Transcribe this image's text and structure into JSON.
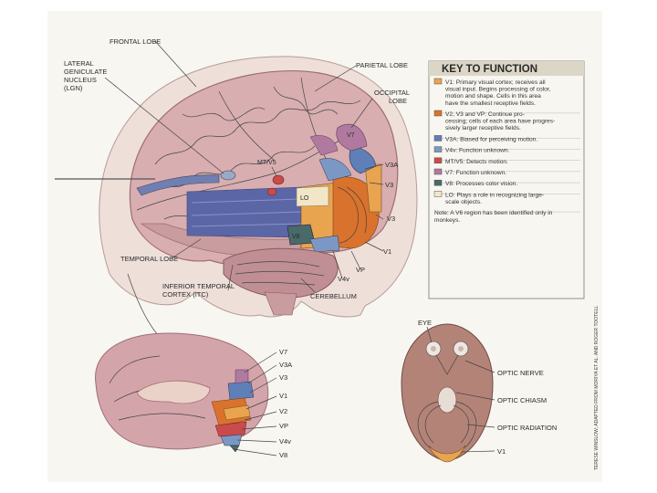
{
  "labels": {
    "frontal_lobe": "FRONTAL LOBE",
    "parietal_lobe": "PARIETAL LOBE",
    "occipital_lobe": [
      "OCCIPITAL",
      "LOBE"
    ],
    "lgn": [
      "LATERAL",
      "GENICULATE",
      "NUCLEUS",
      "(LGN)"
    ],
    "mt_v5": "MT/V5",
    "lo": "LO",
    "v8": "V8",
    "v7": "V7",
    "v3a": "V3A",
    "v3": "V3",
    "v2": "V2",
    "v1": "V1",
    "vp": "VP",
    "v4v": "V4v",
    "temporal_lobe": "TEMPORAL LOBE",
    "itc": [
      "INFERIOR TEMPORAL",
      "CORTEX (ITC)"
    ],
    "cerebellum": "CEREBELLUM",
    "eye": "EYE",
    "optic_nerve": "OPTIC NERVE",
    "optic_chiasm": "OPTIC CHIASM",
    "optic_radiation": "OPTIC RADIATION"
  },
  "medial_labels": [
    "V7",
    "V3A",
    "V3",
    "V1",
    "V2",
    "VP",
    "V4v",
    "V8"
  ],
  "key": {
    "title": "KEY TO FUNCTION",
    "entries": [
      {
        "color": "#e9a450",
        "lines": [
          "V1: Primary visual cortex; receives all",
          "visual input. Begins processing of color,",
          "motion and shape. Cells in this area",
          "have the smallest receptive fields."
        ]
      },
      {
        "color": "#d9722c",
        "lines": [
          "V2, V3 and VP: Continue pro-",
          "cessing; cells of each area have progres-",
          "sively larger receptive fields."
        ]
      },
      {
        "color": "#5f7fb8",
        "lines": [
          "V3A: Biased for perceiving motion."
        ]
      },
      {
        "color": "#7b98c4",
        "lines": [
          "V4v: Function unknown."
        ]
      },
      {
        "color": "#c94b4b",
        "lines": [
          "MT/V5: Detects motion."
        ]
      },
      {
        "color": "#b07aa0",
        "lines": [
          "V7: Function unknown."
        ]
      },
      {
        "color": "#4a6a6a",
        "lines": [
          "V8: Processes color vision."
        ]
      },
      {
        "color": "#f2e6c9",
        "lines": [
          "LO: Plays a role in recognizing large-",
          "scale objects."
        ]
      },
      {
        "color": "",
        "lines": [
          "Note: A V6 region has been identified only in",
          "monkeys."
        ]
      }
    ]
  },
  "side_credit": "TERESE WINSLOW; ADAPTED FROM MORIYA ET AL. AND ROGER TOOTELL"
}
